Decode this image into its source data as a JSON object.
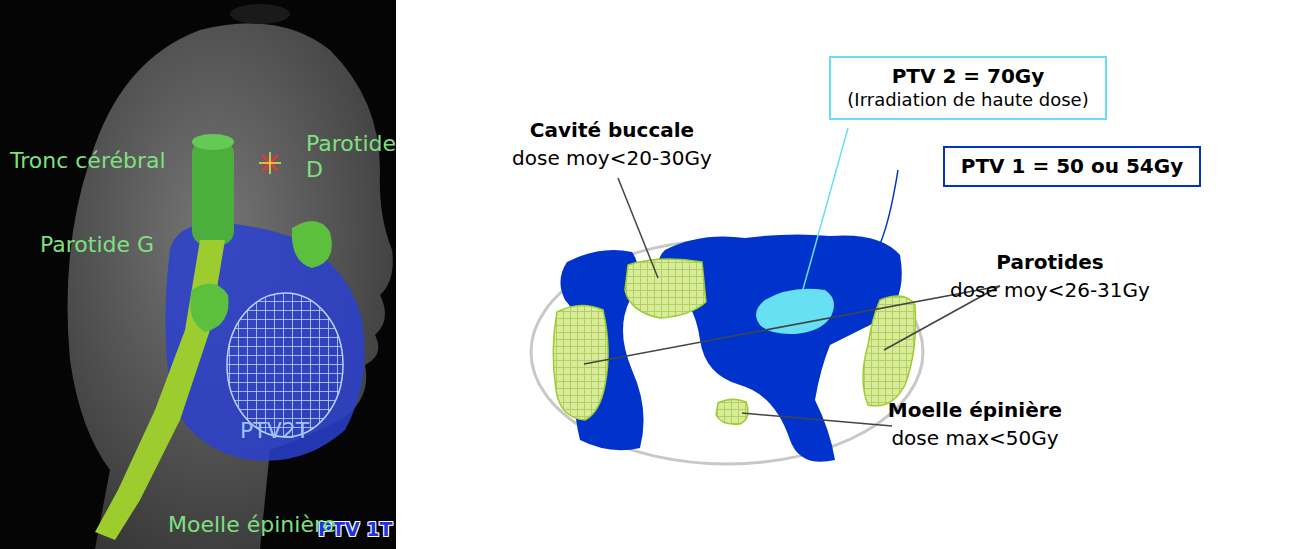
{
  "diagram": {
    "nodes": [
      {
        "text": [
          "PTV 2 = 70Gy",
          "(Irradiation de haute dose)"
        ]
      },
      {
        "text": [
          "PTV 1 = 50 ou 54Gy"
        ]
      }
    ],
    "labels": [
      "Tronc cérébral",
      "Parotide D",
      "PTV2T",
      "Parotide G",
      "PTV 1T",
      "Moelle épinière",
      "Cavité buccale",
      "dose moy<20-30Gy",
      "Parotides",
      "dose moy<26-31Gy",
      "Moelle épinière",
      "dose max<50Gy"
    ]
  }
}
